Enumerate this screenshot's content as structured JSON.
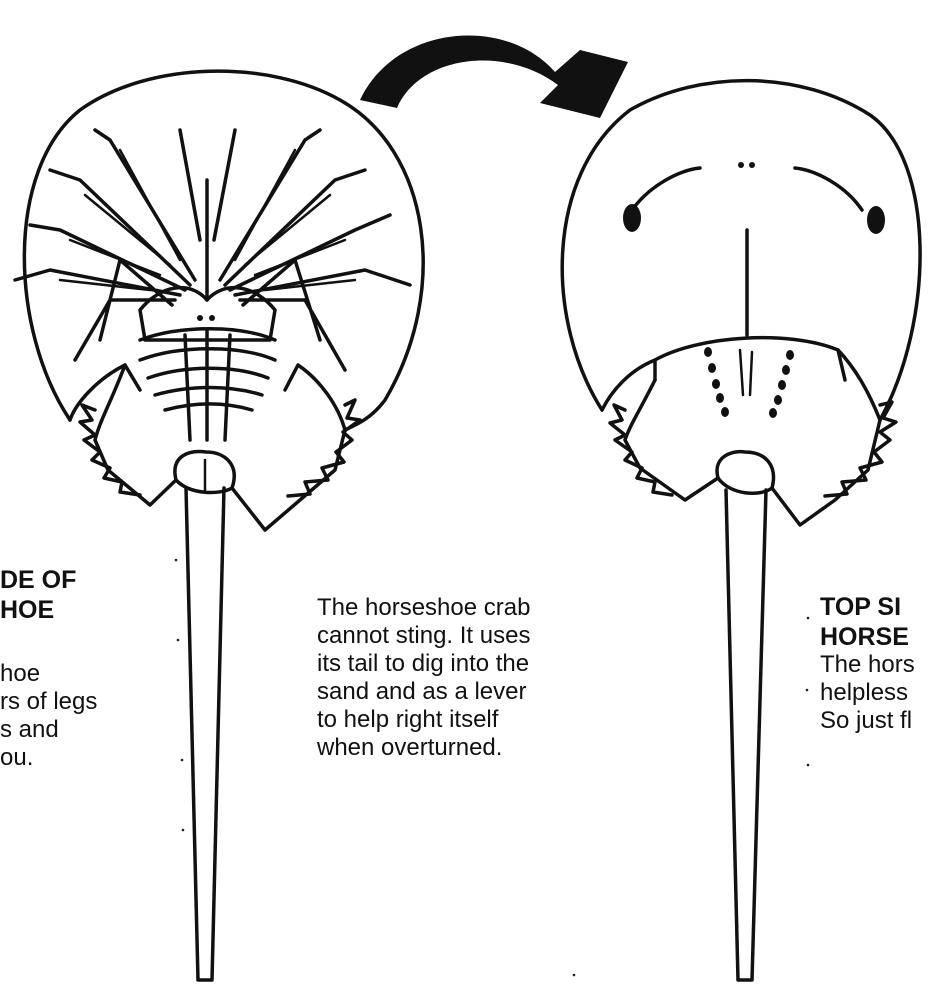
{
  "diagram": {
    "colors": {
      "ink": "#111111",
      "background": "#ffffff"
    },
    "elements": {
      "flip_arrow": "curved-arrow",
      "underside_figure": "horseshoe-crab-underside",
      "top_figure": "horseshoe-crab-top"
    }
  },
  "text": {
    "left_heading": "DE OF\nHOE",
    "left_body": "hoe\nrs of legs\ns and\nou.",
    "center_body": "The horseshoe crab\ncannot sting. It uses\nits tail to dig into the\nsand and as a lever\nto help right itself\nwhen overturned.",
    "right_heading": "TOP SI\nHORSE",
    "right_body": "The hors\nhelpless\nSo just fl"
  }
}
